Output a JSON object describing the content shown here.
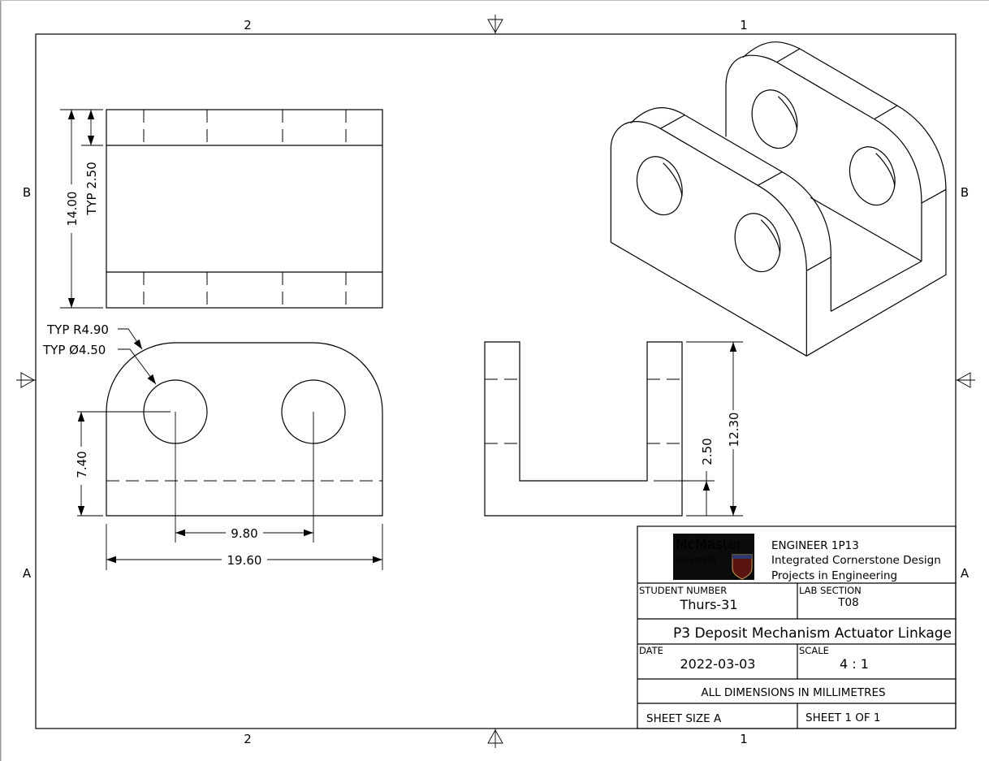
{
  "sheet": {
    "zones_top": [
      "2",
      "1"
    ],
    "zones_bottom": [
      "2",
      "1"
    ],
    "zones_left": [
      "B",
      "A"
    ],
    "zones_right": [
      "B",
      "A"
    ]
  },
  "dimensions": {
    "top_view_height": "14.00",
    "top_view_typ_band": "TYP 2.50",
    "front_radius": "TYP R4.90",
    "front_hole": "TYP Ø4.50",
    "front_hole_height": "7.40",
    "hole_spacing": "9.80",
    "overall_width": "19.60",
    "side_base_thickness": "2.50",
    "side_height": "12.30"
  },
  "title_block": {
    "logo_text": "McMaster University",
    "course": "ENGINEER 1P13",
    "course_line2": "Integrated Cornerstone Design",
    "course_line3": "Projects in Engineering",
    "student_number_label": "STUDENT NUMBER",
    "student_number": "Thurs-31",
    "lab_section_label": "LAB SECTION",
    "lab_section": "T08",
    "drawing_title": "P3 Deposit Mechanism Actuator Linkage",
    "date_label": "DATE",
    "date": "2022-03-03",
    "scale_label": "SCALE",
    "scale": "4 : 1",
    "units_note": "ALL DIMENSIONS IN MILLIMETRES",
    "sheet_size": "SHEET SIZE A",
    "sheet_number": "SHEET 1 OF 1"
  }
}
